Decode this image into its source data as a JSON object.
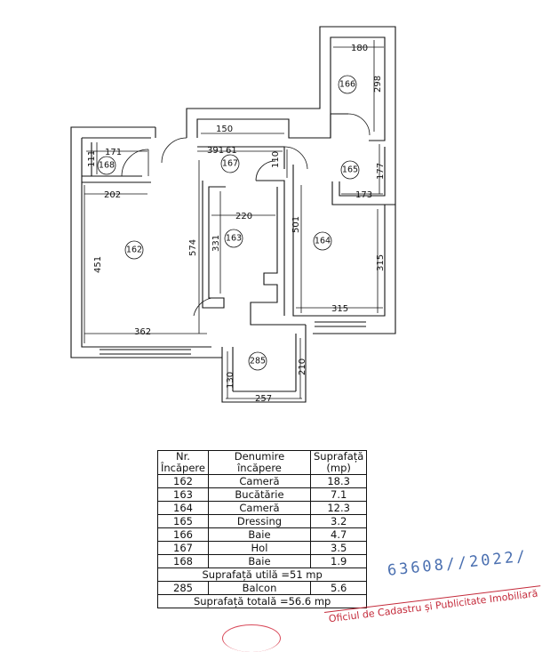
{
  "plan": {
    "dimensions": [
      "180",
      "298",
      "150",
      "391",
      "61",
      "171",
      "111",
      "110",
      "177",
      "173",
      "202",
      "220",
      "501",
      "574",
      "331",
      "451",
      "315",
      "315",
      "362",
      "130",
      "210",
      "257"
    ],
    "room_labels": [
      "166",
      "168",
      "167",
      "165",
      "162",
      "163",
      "164",
      "285"
    ]
  },
  "table": {
    "headers": {
      "nr": [
        "Nr.",
        "Încăpere"
      ],
      "name": "Denumire încăpere",
      "area": [
        "Suprafață",
        "(mp)"
      ]
    },
    "rows": [
      {
        "nr": "162",
        "name": "Cameră",
        "area": "18.3"
      },
      {
        "nr": "163",
        "name": "Bucătărie",
        "area": "7.1"
      },
      {
        "nr": "164",
        "name": "Cameră",
        "area": "12.3"
      },
      {
        "nr": "165",
        "name": "Dressing",
        "area": "3.2"
      },
      {
        "nr": "166",
        "name": "Baie",
        "area": "4.7"
      },
      {
        "nr": "167",
        "name": "Hol",
        "area": "3.5"
      },
      {
        "nr": "168",
        "name": "Baie",
        "area": "1.9"
      }
    ],
    "useful_area": "Suprafață utilă =51 mp",
    "balcony": {
      "nr": "285",
      "name": "Balcon",
      "area": "5.6"
    },
    "total_area": "Suprafață totală =56.6 mp"
  },
  "stamps": {
    "number": "63608//2022/",
    "office": "Oficiul de Cadastru și Publicitate Imobiliară"
  }
}
